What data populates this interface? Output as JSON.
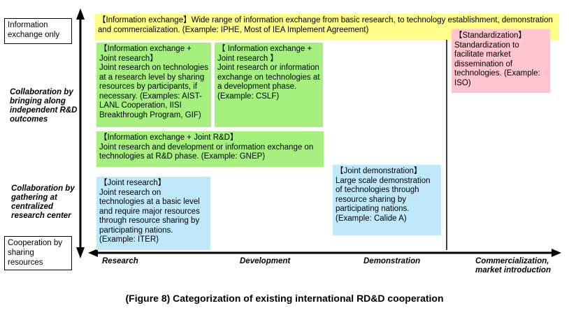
{
  "y_axis": {
    "top_box": "Information exchange only",
    "label_2": "Collaboration by bringing along independent R&D outcomes",
    "label_3": "Collaboration by gathering at centralized research center",
    "bottom_box": "Cooperation by sharing resources"
  },
  "x_axis": {
    "research": "Research",
    "development": "Development",
    "demonstration": "Demonstration",
    "commercialization_line1": "Commercialization,",
    "commercialization_line2": "market introduction"
  },
  "cards": {
    "info_exchange": {
      "title": "【Information exchange】",
      "body": "Wide range of information exchange from basic research, to technology establishment, demonstration and commercialization.   (Example: IPHE, Most of IEA Implement Agreement)"
    },
    "info_joint_research_1": {
      "title": "【Information  exchange + Joint research】",
      "body": "Joint research on technologies at a research level by sharing resources by participants, if necessary. (Examples: AIST-LANL Cooperation, IISI Breakthrough Program, GIF)"
    },
    "info_joint_research_2": {
      "title": "【 Information  exchange + Joint research 】",
      "body": "Joint research or information exchange on technologies at a development phase. (Example: CSLF)"
    },
    "standardization": {
      "title": "【Standardization】",
      "body": "Standardization to facilitate market dissemination of technologies. (Example: ISO)"
    },
    "info_joint_rd": {
      "title": "【Information exchange + Joint R&D】",
      "body": "Joint research and development or information exchange on technologies at R&D phase. (Example: GNEP)"
    },
    "joint_research": {
      "title": "【Joint research】",
      "body": "Joint research on technologies at a basic level and require major resources through resource sharing by participating nations. (Example: ITER)"
    },
    "joint_demonstration": {
      "title": "【Joint demonstration】",
      "body": "Large scale demonstration of technologies through resource sharing by participating nations. (Example: Calide A)"
    }
  },
  "caption": "(Figure 8) Categorization of existing international RD&D cooperation",
  "colors": {
    "yellow": "#fdfd88",
    "green": "#a6f080",
    "pink": "#ffc4cc",
    "blue": "#bfe9fb"
  }
}
